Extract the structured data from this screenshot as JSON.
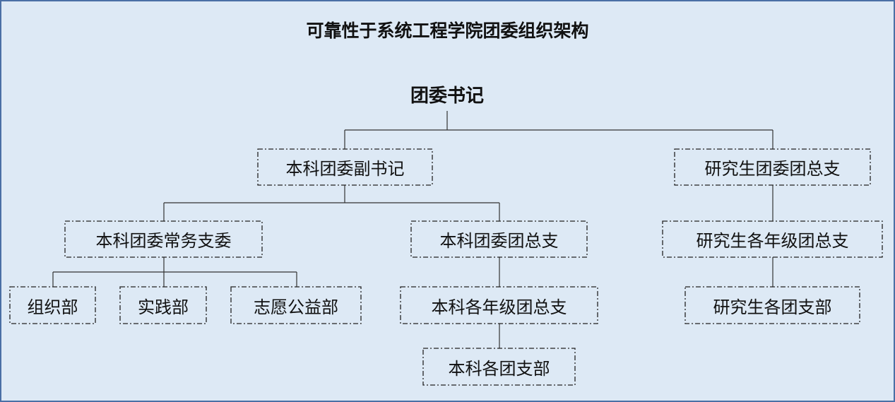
{
  "title": "可靠性于系统工程学院团委组织架构",
  "root": "团委书记",
  "nodes": {
    "undergrad_deputy": "本科团委副书记",
    "grad_general_branch": "研究生团委团总支",
    "undergrad_standing": "本科团委常务支委",
    "undergrad_general_branch": "本科团委团总支",
    "grad_grade_branches": "研究生各年级团总支",
    "organization_dept": "组织部",
    "practice_dept": "实践部",
    "volunteer_dept": "志愿公益部",
    "undergrad_grade_branches": "本科各年级团总支",
    "undergrad_branches": "本科各团支部",
    "grad_branches": "研究生各团支部"
  },
  "colors": {
    "background": "#dde9f5",
    "border": "#4a6fa5",
    "line": "#333333"
  }
}
